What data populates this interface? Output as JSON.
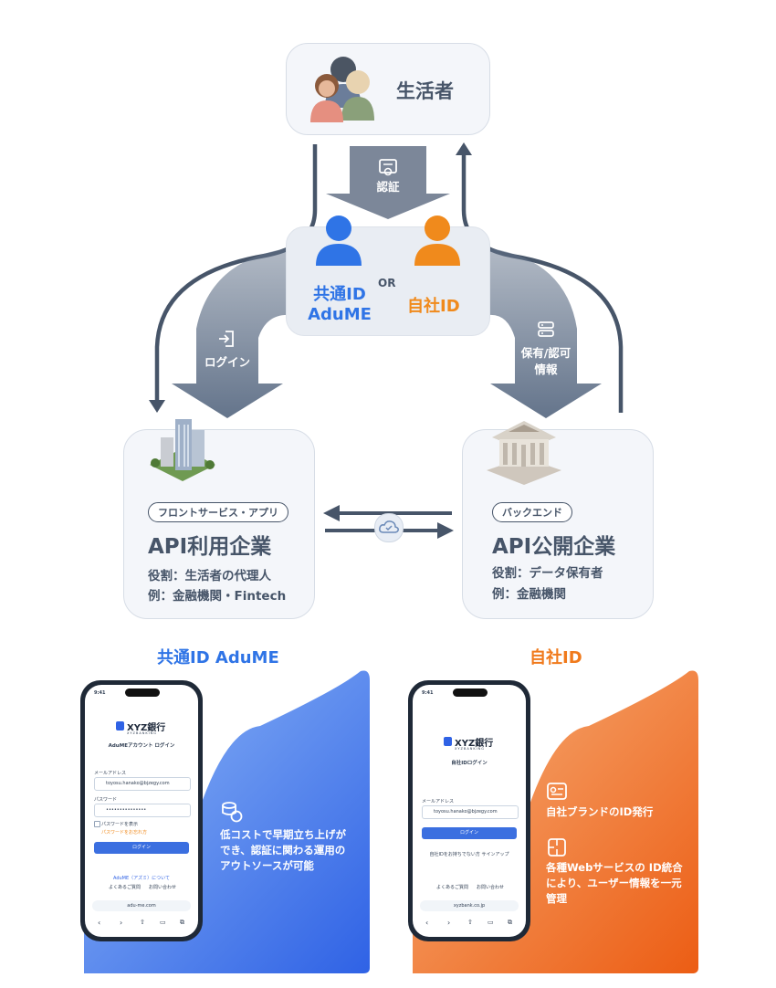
{
  "consumer": {
    "label": "生活者",
    "icon": "people-icon"
  },
  "auth_arrow": {
    "label": "認証",
    "icon": "certificate-icon"
  },
  "id_options": {
    "common": {
      "line1": "共通ID",
      "line2": "AduME",
      "color": "#2f74e6",
      "icon": "blue-user-icon"
    },
    "or_label": "OR",
    "own": {
      "label": "自社ID",
      "color": "#f08a1c",
      "icon": "orange-user-icon"
    }
  },
  "login_arrow": {
    "label": "ログイン",
    "icon": "login-icon"
  },
  "info_arrow": {
    "line1": "保有/認可",
    "line2": "情報",
    "icon": "server-icon"
  },
  "api_user": {
    "tag": "フロントサービス・アプリ",
    "title": "API利用企業",
    "role": "役割：生活者の代理人",
    "example": "例：金融機関・Fintech",
    "icon": "buildings-icon"
  },
  "api_provider": {
    "tag": "バックエンド",
    "title": "API公開企業",
    "role": "役割：データ保有者",
    "example": "例：金融機関",
    "icon": "bank-icon"
  },
  "connector": {
    "icon": "cloud-check-icon"
  },
  "common_section": {
    "heading": "共通ID AduME",
    "text_lines": [
      "低コストで早期立ち上げが",
      "でき、認証に関わる運用の",
      "アウトソースが可能"
    ],
    "icon": "coins-icon",
    "phone": {
      "time": "9:41",
      "brand": "XYZ銀行",
      "brand_sub": "XYZBANKING",
      "title": "AduMEアカウント ログイン",
      "email_label": "メールアドレス",
      "email_value": "toyosu.hanako@bjzegy.com",
      "password_label": "パスワード",
      "password_value": "•••••••••••••••",
      "show_password": "パスワードを表示",
      "forgot": "パスワードをお忘れ方",
      "login_button": "ログイン",
      "about": "AduME（アズミ）について",
      "faq": "よくあるご質問",
      "contact": "お問い合わせ",
      "url": "adu-me.com"
    }
  },
  "own_section": {
    "heading": "自社ID",
    "item1": {
      "icon": "id-card-icon",
      "text": "自社ブランドのID発行"
    },
    "item2": {
      "icon": "puzzle-icon",
      "lines": [
        "各種Webサービスの ID統合",
        "により、ユーザー情報を一元",
        "管理"
      ]
    },
    "phone": {
      "time": "9:41",
      "brand": "XYZ銀行",
      "brand_sub": "XYZBANKING",
      "title": "自社IDログイン",
      "email_label": "メールアドレス",
      "email_value": "toyosu.hanako@bjzegy.com",
      "login_button": "ログイン",
      "signup": "自社IDをお持ちでない方 サインアップ",
      "faq": "よくあるご質問",
      "contact": "お問い合わせ",
      "url": "xyzbank.co.jp"
    }
  }
}
